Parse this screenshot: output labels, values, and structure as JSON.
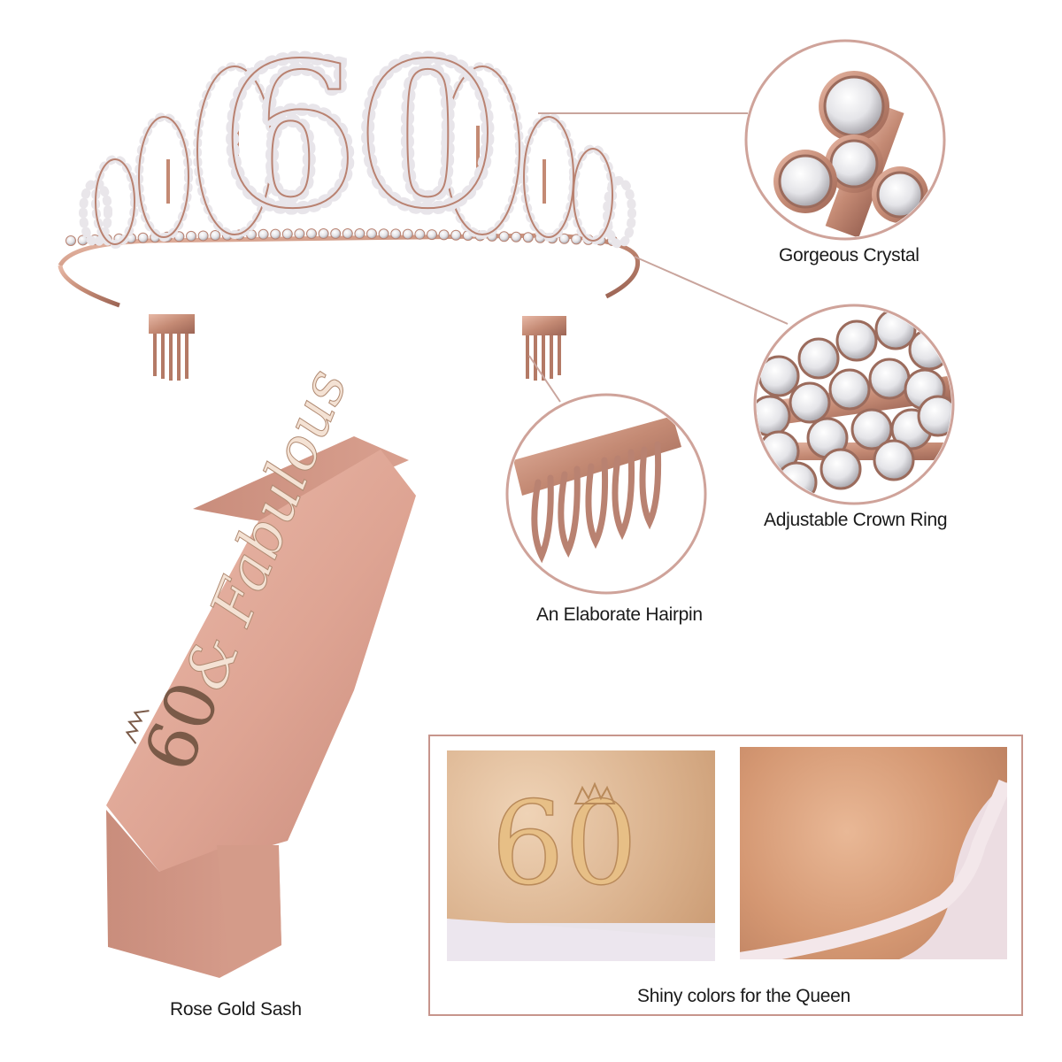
{
  "labels": {
    "crystal": "Gorgeous Crystal",
    "crown_ring": "Adjustable Crown Ring",
    "hairpin": "An Elaborate Hairpin",
    "sash": "Rose Gold Sash",
    "queen": "Shiny colors for the Queen"
  },
  "tiara": {
    "number": "60"
  },
  "sash": {
    "number": "60",
    "script_text": "& Fabulous"
  },
  "detail_panel": {
    "number": "60"
  },
  "colors": {
    "rose_gold": "#c9957f",
    "sash_pink": "#e0a897",
    "frame_line": "#c7958c",
    "crystal": "#f2f2f4"
  }
}
